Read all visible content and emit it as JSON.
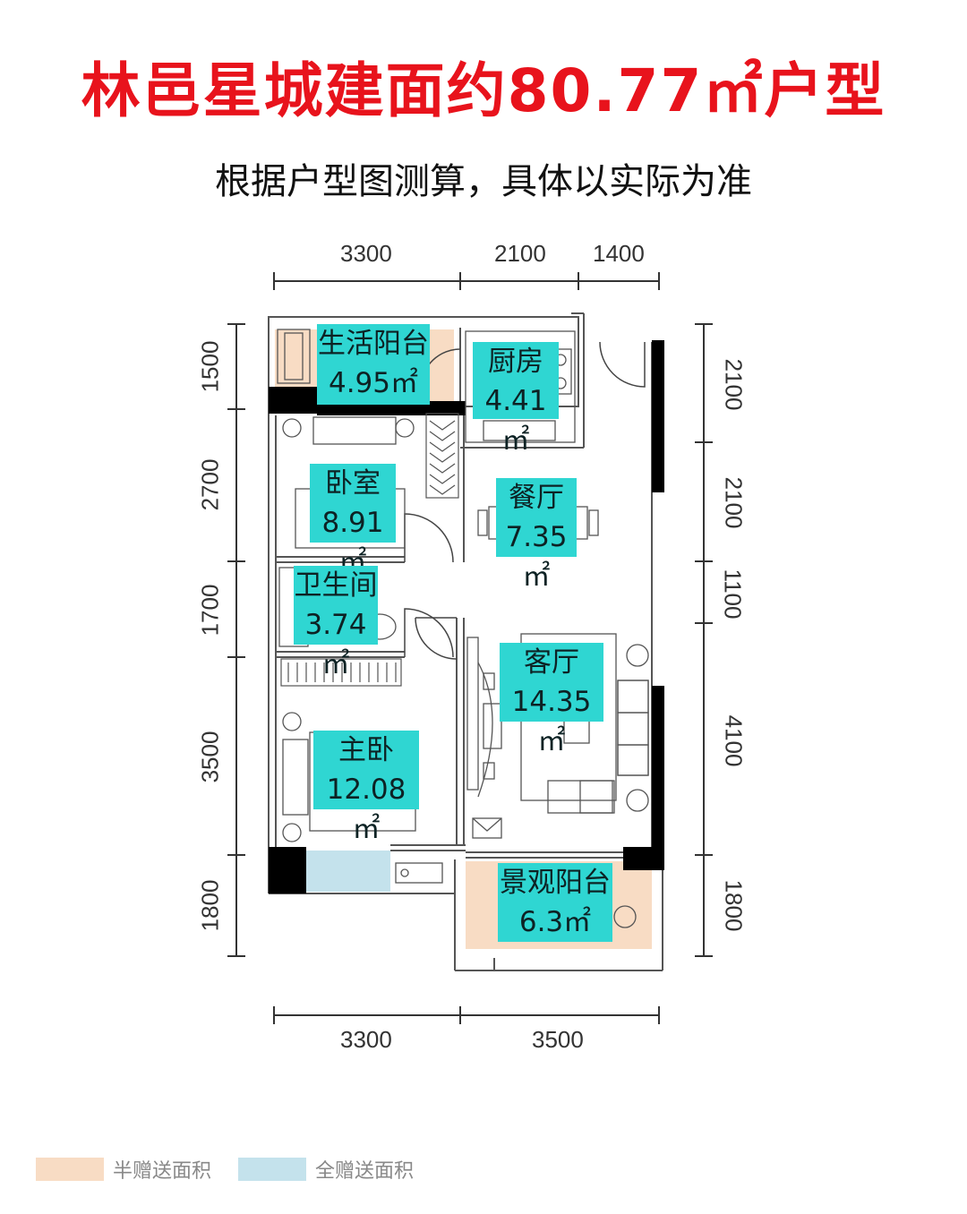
{
  "title": "林邑星城建面约80.77㎡户型",
  "subtitle": "根据户型图测算，具体以实际为准",
  "dimensions": {
    "top": [
      "3300",
      "2100",
      "1400"
    ],
    "bottom": [
      "3300",
      "3500"
    ],
    "left": [
      "1500",
      "2700",
      "1700",
      "3500",
      "1800"
    ],
    "right": [
      "2100",
      "2100",
      "1100",
      "4100",
      "1800"
    ]
  },
  "rooms": {
    "living_balcony": {
      "name": "生活阳台",
      "area": "4.95㎡"
    },
    "kitchen": {
      "name": "厨房",
      "area": "4.41㎡"
    },
    "bedroom": {
      "name": "卧室",
      "area": "8.91㎡"
    },
    "dining": {
      "name": "餐厅",
      "area": "7.35㎡"
    },
    "bathroom": {
      "name": "卫生间",
      "area": "3.74㎡"
    },
    "living": {
      "name": "客厅",
      "area": "14.35㎡"
    },
    "master": {
      "name": "主卧",
      "area": "12.08㎡"
    },
    "view_balcony": {
      "name": "景观阳台",
      "area": "6.3㎡"
    }
  },
  "legend": [
    {
      "label": "半赠送面积",
      "color": "#f8dcc4"
    },
    {
      "label": "全赠送面积",
      "color": "#c4e2ec"
    }
  ],
  "colors": {
    "title": "#e8131c",
    "label_bg": "#2fd6d2",
    "wall": "#000000",
    "half_gift": "#f8dcc4",
    "full_gift": "#c4e2ec"
  }
}
